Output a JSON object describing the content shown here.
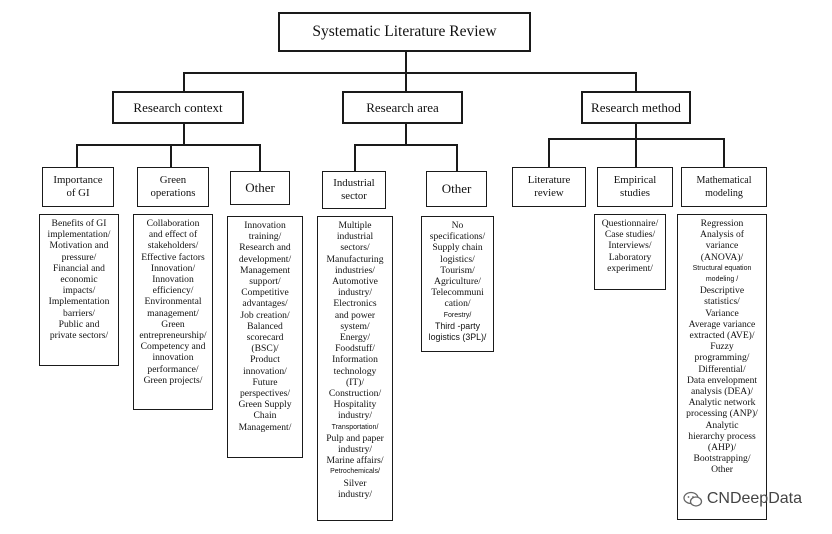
{
  "root": "Systematic Literature Review",
  "branches": [
    {
      "label": "Research context",
      "children": [
        {
          "label_lines": [
            "Importance",
            "of GI"
          ],
          "items": [
            "Benefits of GI",
            "implementation/",
            "Motivation and",
            "pressure/",
            "Financial and",
            "economic",
            "impacts/",
            "Implementation",
            "barriers/",
            "Public and",
            "private sectors/"
          ]
        },
        {
          "label_lines": [
            "Green",
            "operations"
          ],
          "items": [
            "Collaboration",
            "and effect of",
            "stakeholders/",
            "Effective factors",
            "Innovation/",
            "Innovation",
            "efficiency/",
            "Environmental",
            "management/",
            "Green",
            "entrepreneurship/",
            "Competency and",
            "innovation",
            "performance/",
            "Green projects/"
          ]
        },
        {
          "label_lines": [
            "Other"
          ],
          "items": [
            "Innovation",
            "training/",
            "Research and",
            "development/",
            "Management",
            "support/",
            "Competitive",
            "advantages/",
            "Job creation/",
            "Balanced",
            "scorecard",
            "(BSC)/",
            "Product",
            "innovation/",
            "Future",
            "perspectives/",
            "Green Supply",
            "Chain",
            "Management/"
          ]
        }
      ]
    },
    {
      "label": "Research area",
      "children": [
        {
          "label_lines": [
            "Industrial",
            "sector"
          ],
          "items": [
            "Multiple",
            "industrial",
            "sectors/",
            "Manufacturing",
            "industries/",
            "Automotive",
            "industry/",
            "Electronics",
            "and power",
            "system/",
            "Energy/",
            "Foodstuff/",
            "Information",
            "technology",
            "(IT)/",
            "Construction/",
            "Hospitality",
            "industry/",
            "Transportation/",
            "Pulp and paper",
            "industry/",
            "Marine affairs/",
            "Petrochemicals/",
            "Silver",
            "industry/"
          ]
        },
        {
          "label_lines": [
            "Other"
          ],
          "items": [
            "No",
            "specifications/",
            "Supply chain",
            "logistics/",
            "Tourism/",
            "Agriculture/",
            "Telecommuni",
            "cation/",
            "Forestry/",
            "Third -party",
            "logistics (3PL)/"
          ]
        }
      ]
    },
    {
      "label": "Research method",
      "children": [
        {
          "label_lines": [
            "Literature",
            "review"
          ],
          "items": []
        },
        {
          "label_lines": [
            "Empirical",
            "studies"
          ],
          "items": [
            "Questionnaire/",
            "Case studies/",
            "Interviews/",
            "Laboratory",
            "experiment/"
          ]
        },
        {
          "label_lines": [
            "Mathematical",
            "modeling"
          ],
          "items": [
            "Regression",
            "Analysis of",
            "variance",
            "(ANOVA)/",
            "Structural equation",
            "modeling /",
            "Descriptive",
            "statistics/",
            "Variance",
            "Average variance",
            "extracted (AVE)/",
            "Fuzzy",
            "programming/",
            "Differential/",
            "Data envelopment",
            "analysis (DEA)/",
            "Analytic network",
            "processing (ANP)/",
            "Analytic",
            "hierarchy process",
            "(AHP)/",
            "Bootstrapping/",
            "Other"
          ]
        }
      ]
    }
  ],
  "watermark": "CNDeepData"
}
